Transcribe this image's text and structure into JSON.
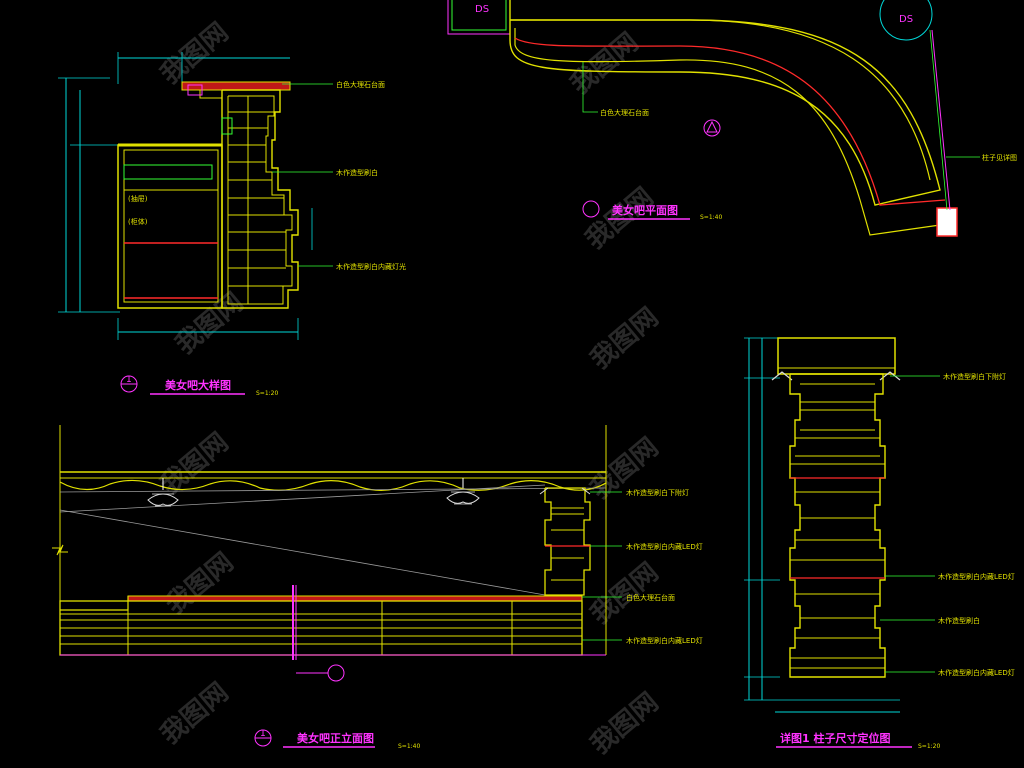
{
  "drawing": {
    "views": {
      "plan": {
        "title": "美女吧平面图",
        "scale": "S=1:40",
        "badge": "",
        "ds_label_left": "DS",
        "ds_label_right": "DS",
        "notes": [
          "白色大理石台面",
          "柱子见详图"
        ]
      },
      "section": {
        "title": "美女吧大样图",
        "scale": "S=1:20",
        "badge": "1",
        "notes": [
          "白色大理石台面",
          "木作造型刷白",
          "木作造型刷白内藏灯光"
        ],
        "small_labels": [
          "(抽屉)",
          "(柜体)"
        ]
      },
      "elevation": {
        "title": "美女吧正立面图",
        "scale": "S=1:40",
        "badge": "1",
        "notes": [
          "木作造型刷白下附灯",
          "木作造型刷白内藏LED灯",
          "白色大理石台面",
          "木作造型刷白内藏LED灯"
        ]
      },
      "column": {
        "title": "详图1 柱子尺寸定位图",
        "scale": "S=1:20",
        "notes": [
          "木作造型刷白下附灯",
          "木作造型刷白内藏LED灯",
          "木作造型刷白",
          "木作造型刷白内藏LED灯"
        ]
      }
    },
    "watermark": "我图网",
    "colors": {
      "background": "#000000",
      "outline": "#e1e100",
      "accent": "#ff33ff",
      "highlight": "#ff2a2a",
      "dimension": "#00d8d8",
      "leader": "#33ff33"
    }
  }
}
